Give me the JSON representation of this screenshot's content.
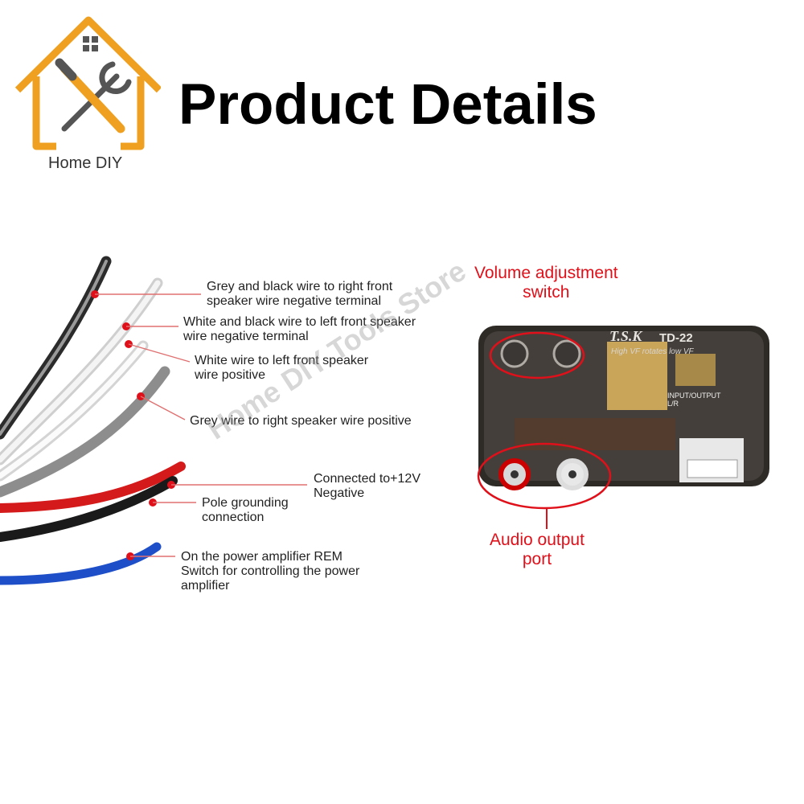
{
  "header": {
    "title": "Product Details",
    "brand": "Home DIY"
  },
  "wire_callouts": [
    {
      "lines": [
        "Grey and black wire to right front",
        "speaker wire negative terminal"
      ]
    },
    {
      "lines": [
        "White and black wire to left front speaker",
        "wire negative terminal"
      ]
    },
    {
      "lines": [
        "White wire to left front speaker",
        "wire positive"
      ]
    },
    {
      "lines": [
        "Grey wire to right speaker wire positive"
      ]
    },
    {
      "lines": [
        "Connected to+12V",
        "Negative"
      ]
    },
    {
      "lines": [
        "Pole grounding",
        "connection"
      ]
    },
    {
      "lines": [
        "On the power amplifier REM",
        "Switch for controlling the power",
        "amplifier"
      ]
    }
  ],
  "device": {
    "volume_label": [
      "Volume adjustment",
      "switch"
    ],
    "audio_label": [
      "Audio output",
      "port"
    ],
    "brand_text": "T.S.K",
    "model": "TD-22",
    "subtitle": "High VF rotates low VF",
    "port_label": [
      "INPUT/OUTPUT",
      "L/R"
    ]
  },
  "watermark": "Home DIY Tools Store",
  "colors": {
    "accent_red": "#e0101a",
    "logo_orange": "#f0a020",
    "wire_blue": "#1e4fc8",
    "wire_red": "#d41a1a"
  }
}
